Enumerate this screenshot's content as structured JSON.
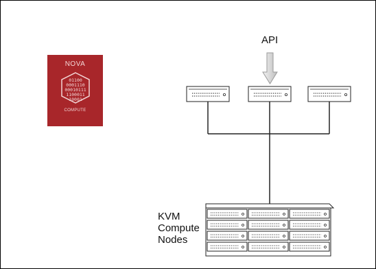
{
  "nova_card": {
    "title": "NOVA",
    "subtitle": "COMPUTE",
    "color": "#a8262a",
    "icon": "binary-hexagon-icon"
  },
  "api": {
    "label": "API",
    "icon": "down-arrow-icon"
  },
  "controllers": {
    "count": 3,
    "icon": "server-icon"
  },
  "compute_nodes": {
    "label_lines": [
      "KVM",
      "Compute",
      "Nodes"
    ],
    "icon": "server-rack-icon"
  }
}
